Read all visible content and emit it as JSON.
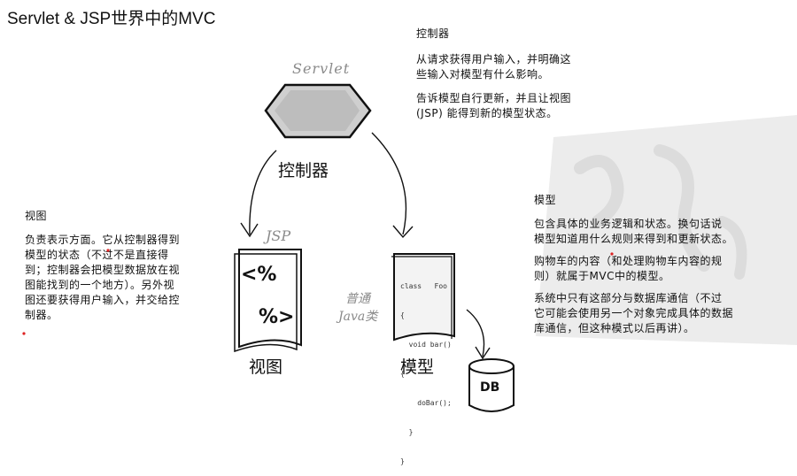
{
  "title": "Servlet & JSP世界中的MVC",
  "controller_panel": {
    "heading": "控制器",
    "para1_line1": "从请求获得用户输入，并明确这",
    "para1_line2": "些输入对模型有什么影响。",
    "para2_line1": "告诉模型自行更新，并且让视图",
    "para2_line2": "(JSP) 能得到新的模型状态。"
  },
  "view_panel": {
    "heading": "视图",
    "lines": [
      "负责表示方面。它从控制器得到",
      "模型的状态（不过不是直接得",
      "到；控制器会把模型数据放在视",
      "图能找到的一个地方）。另外视",
      "图还要获得用户输入，并交给控",
      "制器。"
    ]
  },
  "model_panel": {
    "heading": "模型",
    "para1_lines": [
      "包含具体的业务逻辑和状态。换句话说",
      "模型知道用什么规则来得到和更新状态。"
    ],
    "para2_lines": [
      "购物车的内容（和处理购物车内容的规",
      "则）就属于MVC中的模型。"
    ],
    "para3_lines": [
      "系统中只有这部分与数据库通信（不过",
      "它可能会使用另一个对象完成具体的数据",
      "库通信，但这种模式以后再讲）。"
    ]
  },
  "diagram": {
    "servlet_label": "Servlet",
    "controller_label": "控制器",
    "jsp_label": "JSP",
    "jsp_doc_top": "<%",
    "jsp_doc_bottom": "%>",
    "view_label": "视图",
    "java_label_line1": "普通",
    "java_label_line2": "Java类",
    "code_lines": [
      "class   Foo",
      "{",
      "  void bar()",
      "{",
      "    doBar();",
      "  }",
      "}"
    ],
    "model_label": "模型",
    "db_label": "DB"
  }
}
